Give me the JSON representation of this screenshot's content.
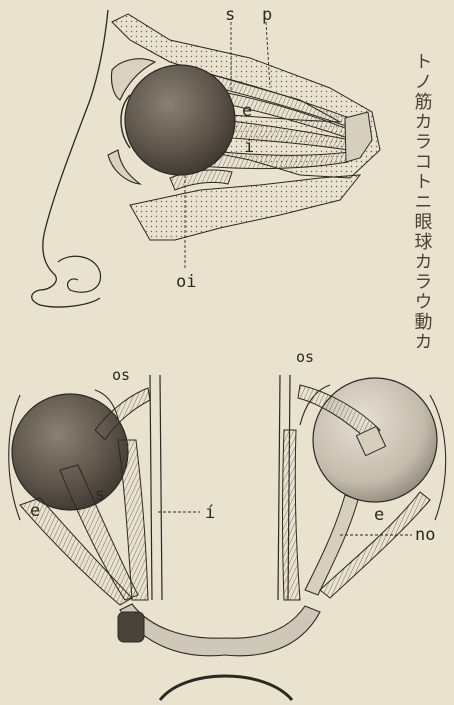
{
  "figure": {
    "top_view": {
      "labels": {
        "superior_rectus": "s",
        "levator": "p",
        "external_rectus": "e",
        "inferior_rectus": "i",
        "inferior_oblique": "oi"
      }
    },
    "bottom_view": {
      "labels": {
        "left_superior_oblique": "os",
        "right_superior_oblique": "os",
        "left_external_rectus": "e",
        "left_superior_rectus": "s",
        "inferior_prime": "í",
        "right_external_rectus": "e",
        "optic_nerve": "no"
      }
    },
    "handwritten_note": "トノ筋カラコトニ眼球カラウ動カ"
  },
  "colors": {
    "paper": "#e9e2cf",
    "ink": "#2b2822",
    "eyeball_dark": "#6e645a",
    "eyeball_light": "#cfc8ba"
  }
}
